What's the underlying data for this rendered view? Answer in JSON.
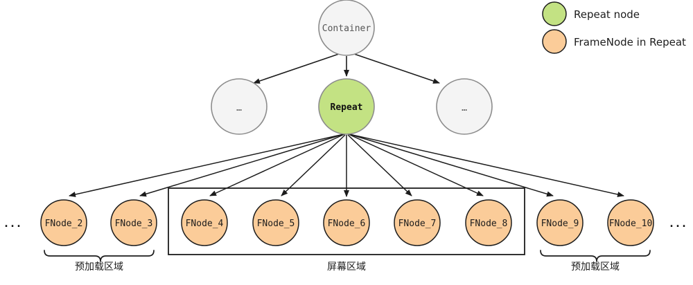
{
  "diagram": {
    "title_text": "",
    "colors": {
      "repeat_fill": "#c3e283",
      "framenode_fill": "#fbcc99",
      "gray_fill": "#f4f4f4",
      "gray_stroke": "#8c8c8c",
      "black_stroke": "#1c1c1c",
      "text": "#1c1c1c"
    },
    "root": {
      "label": "Container"
    },
    "mid_row": [
      {
        "label": "…",
        "kind": "placeholder"
      },
      {
        "label": "Repeat",
        "kind": "repeat"
      },
      {
        "label": "…",
        "kind": "placeholder"
      }
    ],
    "frame_nodes": [
      {
        "label": "FNode_2",
        "zone": "preload-left"
      },
      {
        "label": "FNode_3",
        "zone": "preload-left"
      },
      {
        "label": "FNode_4",
        "zone": "screen"
      },
      {
        "label": "FNode_5",
        "zone": "screen"
      },
      {
        "label": "FNode_6",
        "zone": "screen"
      },
      {
        "label": "FNode_7",
        "zone": "screen"
      },
      {
        "label": "FNode_8",
        "zone": "screen"
      },
      {
        "label": "FNode_9",
        "zone": "preload-right"
      },
      {
        "label": "FNode_10",
        "zone": "preload-right"
      }
    ],
    "overflow_left": "...",
    "overflow_right": "...",
    "zones": {
      "preload_left_label": "预加载区域",
      "screen_label": "屏幕区域",
      "preload_right_label": "预加载区域"
    }
  },
  "legend": {
    "items": [
      {
        "label": "Repeat node",
        "color": "#c3e283"
      },
      {
        "label": "FrameNode in Repeat",
        "color": "#fbcc99"
      }
    ]
  }
}
